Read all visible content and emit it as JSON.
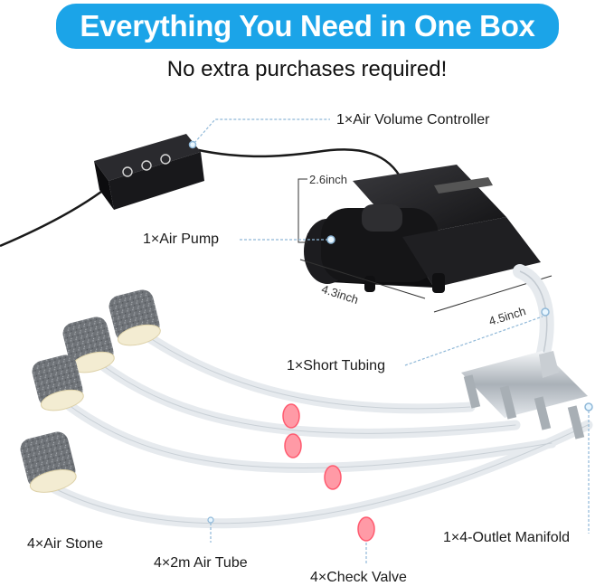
{
  "banner": {
    "title": "Everything You Need in One Box",
    "color": "#1ba4e8"
  },
  "subtitle": "No extra purchases required!",
  "callouts": {
    "controller": "1×Air Volume Controller",
    "pump": "1×Air Pump",
    "short_tubing": "1×Short Tubing",
    "manifold": "1×4-Outlet Manifold",
    "air_stone": "4×Air Stone",
    "air_tube": "4×2m Air Tube",
    "check_valve": "4×Check Valve"
  },
  "dimensions": {
    "height": "2.6inch",
    "depth": "4.3inch",
    "width": "4.5inch"
  },
  "colors": {
    "callout_line": "#8fb8d8",
    "tube": "#e6eaee",
    "valve": "#ff6f7f",
    "stone": "#6f7378"
  }
}
